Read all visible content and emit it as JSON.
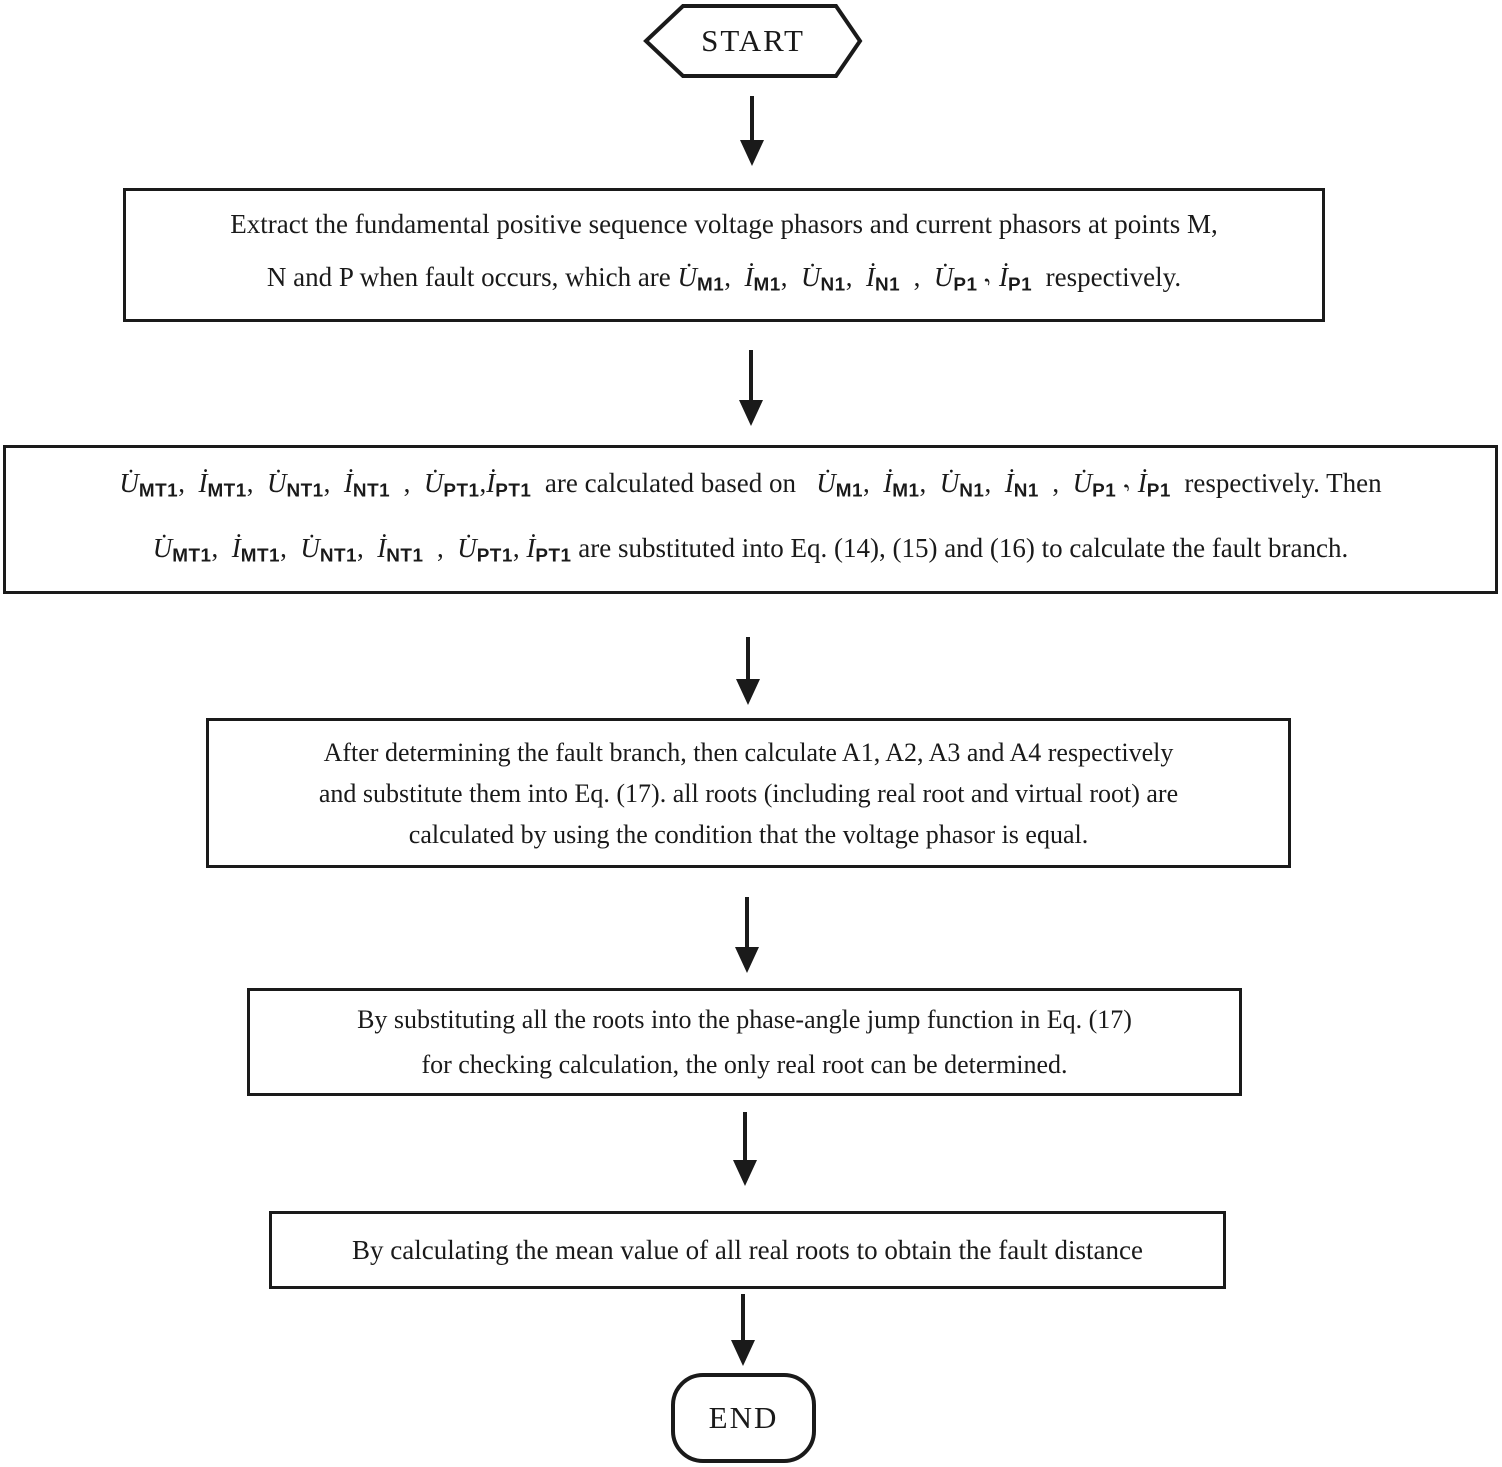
{
  "diagram": {
    "start_label": "START",
    "end_label": "END",
    "colors": {
      "line": "#1a1a1a",
      "background": "#ffffff"
    },
    "boxes": {
      "box1": {
        "line1": "Extract the fundamental positive sequence voltage phasors and current phasors at points M,",
        "line2": [
          {
            "tx": "N and P when fault occurs, which are "
          },
          {
            "ph": "U",
            "sub": "M1"
          },
          {
            "tx": ",  "
          },
          {
            "ph": "I",
            "sub": "M1"
          },
          {
            "tx": ",  "
          },
          {
            "ph": "U",
            "sub": "N1"
          },
          {
            "tx": ",  "
          },
          {
            "ph": "I",
            "sub": "N1"
          },
          {
            "tx": "  ,  "
          },
          {
            "ph": "U",
            "sub": "P1"
          },
          {
            "tx": "、 "
          },
          {
            "ph": "I",
            "sub": "P1"
          },
          {
            "tx": "  respectively."
          }
        ]
      },
      "box2": {
        "line1": [
          {
            "ph": "U",
            "sub": "MT1"
          },
          {
            "tx": ",  "
          },
          {
            "ph": "I",
            "sub": "MT1"
          },
          {
            "tx": ",  "
          },
          {
            "ph": "U",
            "sub": "NT1"
          },
          {
            "tx": ",  "
          },
          {
            "ph": "I",
            "sub": "NT1"
          },
          {
            "tx": "  ,  "
          },
          {
            "ph": "U",
            "sub": "PT1"
          },
          {
            "tx": ","
          },
          {
            "ph": "I",
            "sub": "PT1"
          },
          {
            "tx": "  are calculated based on   "
          },
          {
            "ph": "U",
            "sub": "M1"
          },
          {
            "tx": ",  "
          },
          {
            "ph": "I",
            "sub": "M1"
          },
          {
            "tx": ",  "
          },
          {
            "ph": "U",
            "sub": "N1"
          },
          {
            "tx": ",  "
          },
          {
            "ph": "I",
            "sub": "N1"
          },
          {
            "tx": "  ,  "
          },
          {
            "ph": "U",
            "sub": "P1"
          },
          {
            "tx": "、 "
          },
          {
            "ph": "I",
            "sub": "P1"
          },
          {
            "tx": "  respectively. Then"
          }
        ],
        "line2": [
          {
            "ph": "U",
            "sub": "MT1"
          },
          {
            "tx": ",  "
          },
          {
            "ph": "I",
            "sub": "MT1"
          },
          {
            "tx": ",  "
          },
          {
            "ph": "U",
            "sub": "NT1"
          },
          {
            "tx": ",  "
          },
          {
            "ph": "I",
            "sub": "NT1"
          },
          {
            "tx": "  ,  "
          },
          {
            "ph": "U",
            "sub": "PT1"
          },
          {
            "tx": ", "
          },
          {
            "ph": "I",
            "sub": "PT1"
          },
          {
            "tx": " are substituted into Eq. (14), (15) and (16) to calculate the fault branch."
          }
        ]
      },
      "box3": {
        "lines": [
          "After determining the fault branch, then calculate A1, A2, A3 and A4 respectively",
          "and substitute them into Eq. (17). all roots (including real root and virtual root) are",
          "calculated by using the condition that the voltage phasor is equal."
        ]
      },
      "box4": {
        "lines": [
          "By substituting all the roots into the phase-angle jump function in Eq. (17)",
          "for checking calculation, the only real root can be determined."
        ]
      },
      "box5": {
        "line": "By calculating the mean value of all real roots to obtain the fault distance"
      }
    }
  }
}
